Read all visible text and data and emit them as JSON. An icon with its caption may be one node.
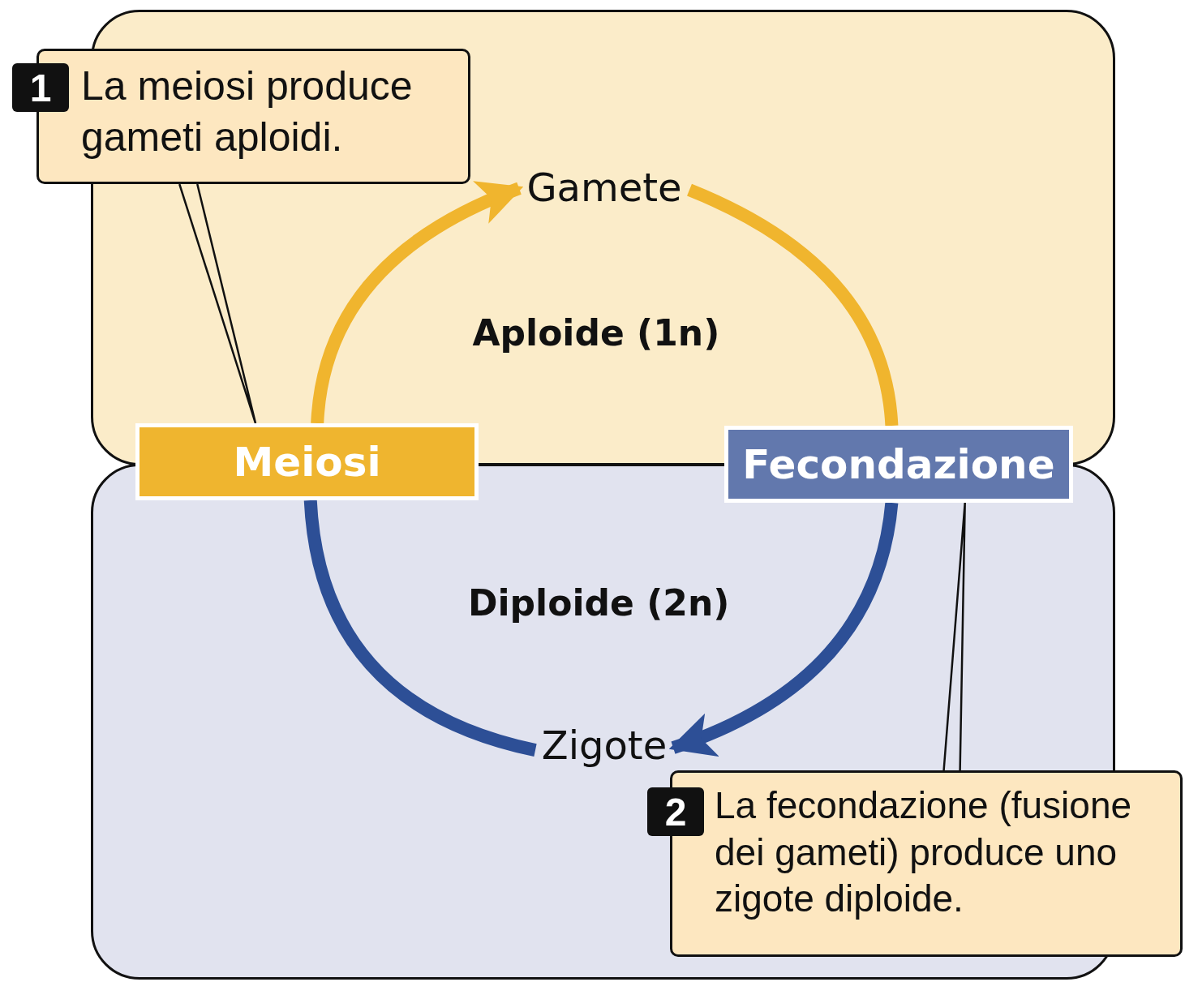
{
  "diagram": {
    "nodes": [
      {
        "text": [
          "Aploide (1n)"
        ]
      },
      {
        "text": [
          "Diploide (2n)"
        ]
      },
      {
        "text": [
          "Meiosi"
        ]
      },
      {
        "text": [
          "Fecondazione"
        ]
      },
      {
        "text": [
          "Gamete"
        ],
        "in": 0
      },
      {
        "text": [
          "Zigote"
        ],
        "in": 1
      },
      {
        "text": [
          "1",
          "La meiosi produce gameti aploidi."
        ]
      },
      {
        "text": [
          "2",
          "La fecondazione (fusione dei gameti) produce uno zigote diploide."
        ]
      }
    ],
    "edges": [
      {
        "from": 2,
        "to": 4,
        "arrow": "to",
        "color": "#f0b52e"
      },
      {
        "from": 4,
        "to": 3,
        "arrow": "none",
        "color": "#f0b52e"
      },
      {
        "from": 3,
        "to": 5,
        "arrow": "to",
        "color": "#2d4f96"
      },
      {
        "from": 5,
        "to": 2,
        "arrow": "none",
        "color": "#2d4f96"
      },
      {
        "from": 6,
        "to": 2,
        "arrow": "none",
        "color": "#111111"
      },
      {
        "from": 7,
        "to": 3,
        "arrow": "none",
        "color": "#111111"
      }
    ]
  }
}
